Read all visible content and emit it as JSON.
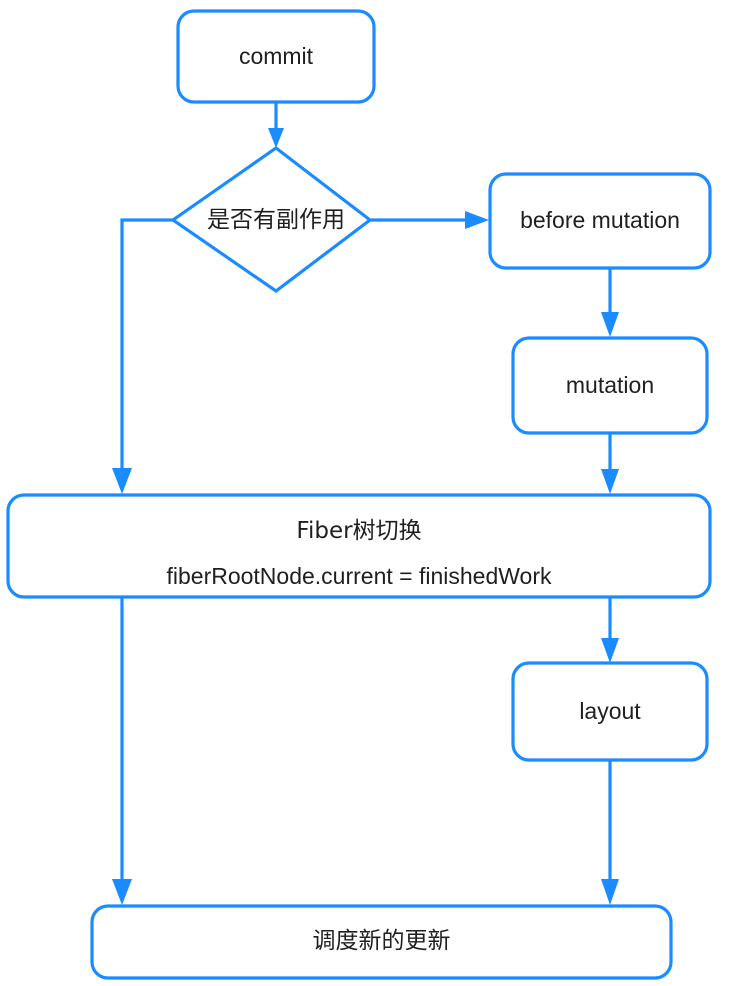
{
  "diagram": {
    "type": "flowchart",
    "direction": "top-down",
    "theme": {
      "stroke_color": "#1a8cff",
      "node_fill": "#ffffff",
      "text_color": "#1f1f1f",
      "background": "#ffffff"
    },
    "nodes": [
      {
        "id": "commit",
        "shape": "rounded-rect",
        "label": "commit"
      },
      {
        "id": "has-side-effect",
        "shape": "diamond",
        "label": "是否有副作用"
      },
      {
        "id": "before-mutation",
        "shape": "rounded-rect",
        "label": "before mutation"
      },
      {
        "id": "mutation",
        "shape": "rounded-rect",
        "label": "mutation"
      },
      {
        "id": "fiber-tree-switch",
        "shape": "rounded-rect",
        "label_line1": "Fiber树切换",
        "label_line2": "fiberRootNode.current = finishedWork"
      },
      {
        "id": "layout",
        "shape": "rounded-rect",
        "label": "layout"
      },
      {
        "id": "schedule-new-update",
        "shape": "rounded-rect",
        "label": "调度新的更新"
      }
    ],
    "edges": [
      {
        "id": "commit-to-decision",
        "from": "commit",
        "to": "has-side-effect",
        "label": ""
      },
      {
        "id": "decision-to-before-mutation",
        "from": "has-side-effect",
        "to": "before-mutation",
        "label": ""
      },
      {
        "id": "decision-to-fiber-tree-switch",
        "from": "has-side-effect",
        "to": "fiber-tree-switch",
        "label": ""
      },
      {
        "id": "before-mutation-to-mutation",
        "from": "before-mutation",
        "to": "mutation",
        "label": ""
      },
      {
        "id": "mutation-to-fiber-tree-switch",
        "from": "mutation",
        "to": "fiber-tree-switch",
        "label": ""
      },
      {
        "id": "fiber-tree-switch-to-layout",
        "from": "fiber-tree-switch",
        "to": "layout",
        "label": ""
      },
      {
        "id": "fiber-tree-switch-to-schedule",
        "from": "fiber-tree-switch",
        "to": "schedule-new-update",
        "label": ""
      },
      {
        "id": "layout-to-schedule",
        "from": "layout",
        "to": "schedule-new-update",
        "label": ""
      }
    ]
  }
}
